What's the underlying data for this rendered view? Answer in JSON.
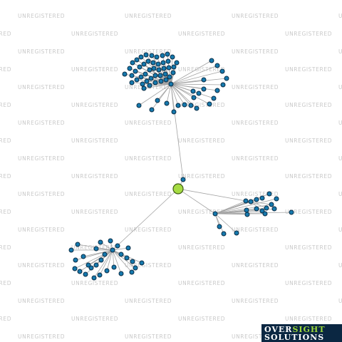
{
  "watermark_text": "UNREGISTERED",
  "logo": {
    "line1_part1": "OVER",
    "line1_part2": "SIGHT",
    "line2": "SOLUTIONS"
  },
  "colors": {
    "node": "#1679ad",
    "focus_node": "#a6dc43",
    "edge": "#a3a3a3",
    "logo_bg": "#0b2742",
    "logo_accent": "#9ad83b",
    "watermark": "#c9c9c9"
  }
}
